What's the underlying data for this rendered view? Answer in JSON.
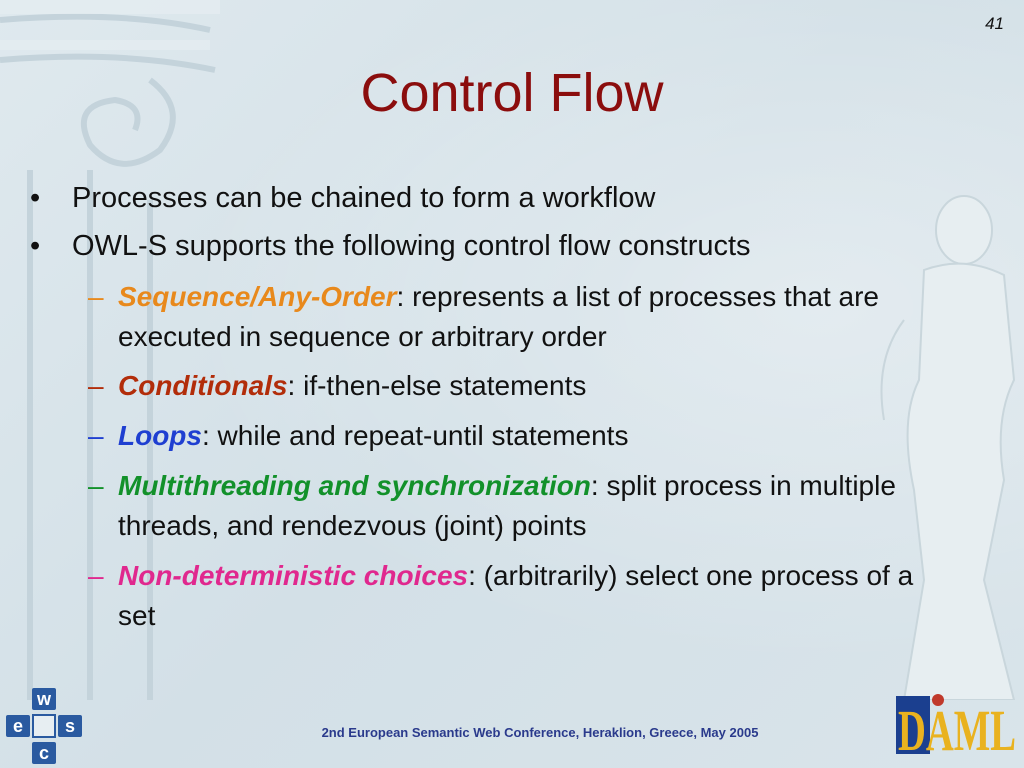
{
  "slide": {
    "page_number": "41",
    "title": "Control Flow",
    "bullets": [
      "Processes can be chained to form a workflow",
      "OWL-S supports the following control flow constructs"
    ],
    "sub_dash": "–",
    "bullet_mark": "•",
    "constructs": [
      {
        "term": "Sequence/Any-Order",
        "rest": ": represents a list of processes that are executed in sequence or arbitrary order",
        "color": "#e8891c"
      },
      {
        "term": "Conditionals",
        "rest": ": if-then-else statements",
        "color": "#b22d0a"
      },
      {
        "term": "Loops",
        "rest": ": while and repeat-until statements",
        "color": "#1f3fd1"
      },
      {
        "term": "Multithreading and synchronization",
        "rest": ": split process in multiple threads, and rendezvous (joint) points",
        "color": "#12912a"
      },
      {
        "term": "Non-deterministic choices",
        "rest": ":  (arbitrarily) select one process of a set",
        "color": "#e0288e"
      }
    ],
    "footer": "2nd European Semantic Web Conference, Heraklion, Greece, May 2005"
  },
  "logos": {
    "left": {
      "icon": "eswc-logo",
      "letters": [
        "w",
        "e",
        "s",
        "c"
      ],
      "color": "#2a5aa0"
    },
    "right": {
      "icon": "daml-logo",
      "letters": "DAML",
      "color": "#1b3f8f"
    }
  }
}
